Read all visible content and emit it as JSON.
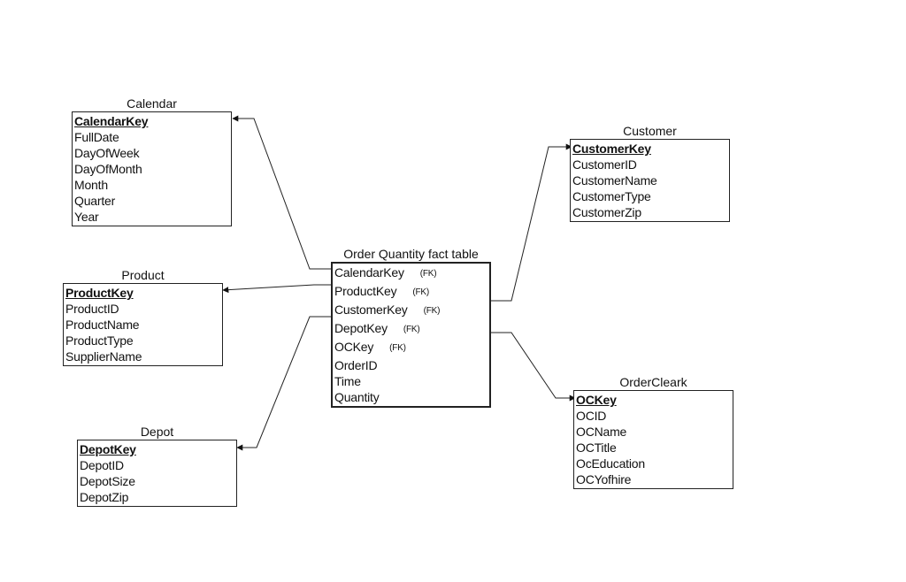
{
  "diagram": {
    "entities": {
      "calendar": {
        "title": "Calendar",
        "fields": [
          "CalendarKey",
          "FullDate",
          "DayOfWeek",
          "DayOfMonth",
          "Month",
          "Quarter",
          "Year"
        ]
      },
      "product": {
        "title": "Product",
        "fields": [
          "ProductKey",
          "ProductID",
          "ProductName",
          "ProductType",
          "SupplierName"
        ]
      },
      "depot": {
        "title": "Depot",
        "fields": [
          "DepotKey",
          "DepotID",
          "DepotSize",
          "DepotZip"
        ]
      },
      "fact": {
        "title": "Order Quantity fact table",
        "fields": [
          "CalendarKey",
          "ProductKey",
          "CustomerKey",
          "DepotKey",
          "OCKey",
          "OrderID",
          "Time",
          "Quantity"
        ],
        "fk_label": "(FK)"
      },
      "customer": {
        "title": "Customer",
        "fields": [
          "CustomerKey",
          "CustomerID",
          "CustomerName",
          "CustomerType",
          "CustomerZip"
        ]
      },
      "orderclerk": {
        "title": "OrderCleark",
        "fields": [
          "OCKey",
          "OCID",
          "OCName",
          "OCTitle",
          "OcEducation",
          "OCYofhire"
        ]
      }
    },
    "relationships": [
      {
        "from": "fact.CalendarKey",
        "to": "calendar.CalendarKey"
      },
      {
        "from": "fact.ProductKey",
        "to": "product.ProductKey"
      },
      {
        "from": "fact.DepotKey",
        "to": "depot.DepotKey"
      },
      {
        "from": "fact.CustomerKey",
        "to": "customer.CustomerKey"
      },
      {
        "from": "fact.OCKey",
        "to": "orderclerk.OCKey"
      }
    ]
  }
}
